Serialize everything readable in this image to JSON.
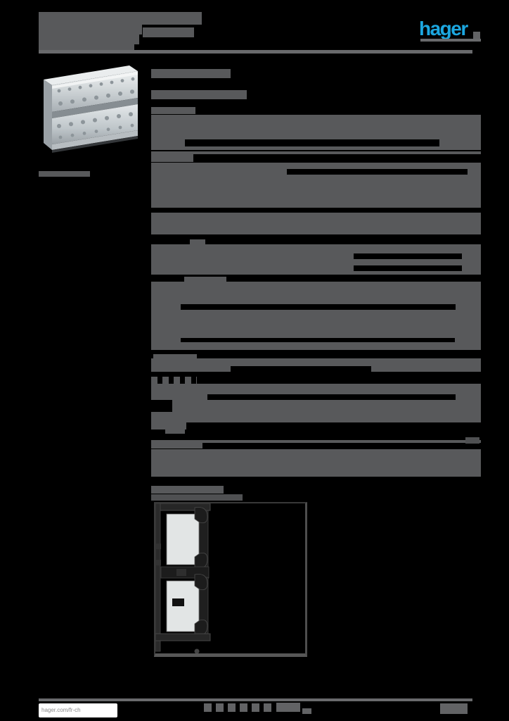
{
  "brand": {
    "logo_text": "hager",
    "logo_color": "#1ca7e0"
  },
  "footer": {
    "website": "hager.com/fr-ch"
  },
  "images": {
    "product_photo": "galvanized-steel-trunking-profile",
    "technical_drawing": "trunking-cross-section-two-device-boxes"
  },
  "colors": {
    "background": "#000000",
    "redacted_text_block": "#58595b",
    "header_rule": "#696a6c",
    "footer_grey": "#626365",
    "drawing_plate": "#e2e5e5"
  }
}
